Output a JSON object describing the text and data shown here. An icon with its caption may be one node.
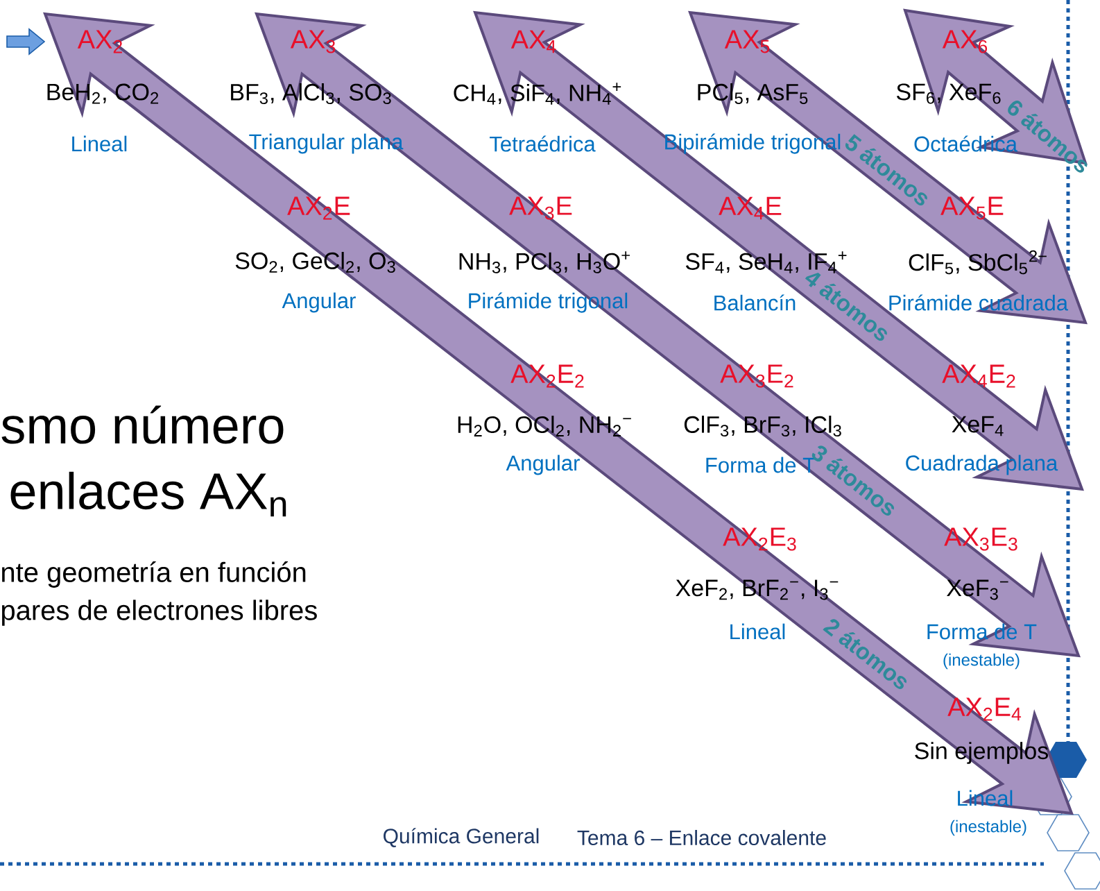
{
  "diagram": {
    "labels": [
      "AX$_{2}$",
      "AX$_{3}$",
      "AX$_{4}$",
      "AX$_{5}$",
      "AX$_{6}$",
      "BeH$_{2}$, CO$_{2}$",
      "BF$_{3}$, AlCl$_{3}$, SO$_{3}$",
      "CH$_{4}$, SiF$_{4}$, NH$_{4}$$^{+}$",
      "PCl$_{5}$, AsF$_{5}$",
      "SF$_{6}$, XeF$_{6}$",
      "Lineal",
      "Triangular plana",
      "Tetraédrica",
      "Bipirámide trigonal",
      "Octaédrica",
      "AX$_{2}$E",
      "AX$_{3}$E",
      "AX$_{4}$E",
      "AX$_{5}$E",
      "SO$_{2}$, GeCl$_{2}$, O$_{3}$",
      "NH$_{3}$, PCl$_{3}$, H$_{3}$O$^{+}$",
      "SF$_{4}$, SeH$_{4}$, IF$_{4}$$^{+}$",
      "ClF$_{5}$, SbCl$_{5}$$^{2−}$",
      "Angular",
      "Pirámide trigonal",
      "Balancín",
      "Pirámide cuadrada",
      "AX$_{2}$E$_{2}$",
      "AX$_{3}$E$_{2}$",
      "AX$_{4}$E$_{2}$",
      "H$_{2}$O, OCl$_{2}$, NH$_{2}$$^{−}$",
      "ClF$_{3}$, BrF$_{3}$, ICl$_{3}$",
      "XeF$_{4}$",
      "Angular",
      "Forma de T",
      "Cuadrada plana",
      "AX$_{2}$E$_{3}$",
      "AX$_{3}$E$_{3}$",
      "XeF$_{2}$, BrF$_{2}$$^{−}$, I$_{3}$$^{−}$",
      "XeF$_{3}$$^{−}$",
      "Lineal",
      "Forma de T",
      "(inestable)",
      "AX$_{2}$E$_{4}$",
      "Sin ejemplos",
      "Lineal",
      "(inestable)",
      "2 átomos",
      "3 átomos",
      "4 átomos",
      "5 átomos",
      "6 átomos",
      "smo número",
      "enlaces AX$_{n}$",
      "nte geometría en función",
      "pares de electrones libres",
      "Química General",
      "Tema 6 – Enlace covalente"
    ]
  }
}
